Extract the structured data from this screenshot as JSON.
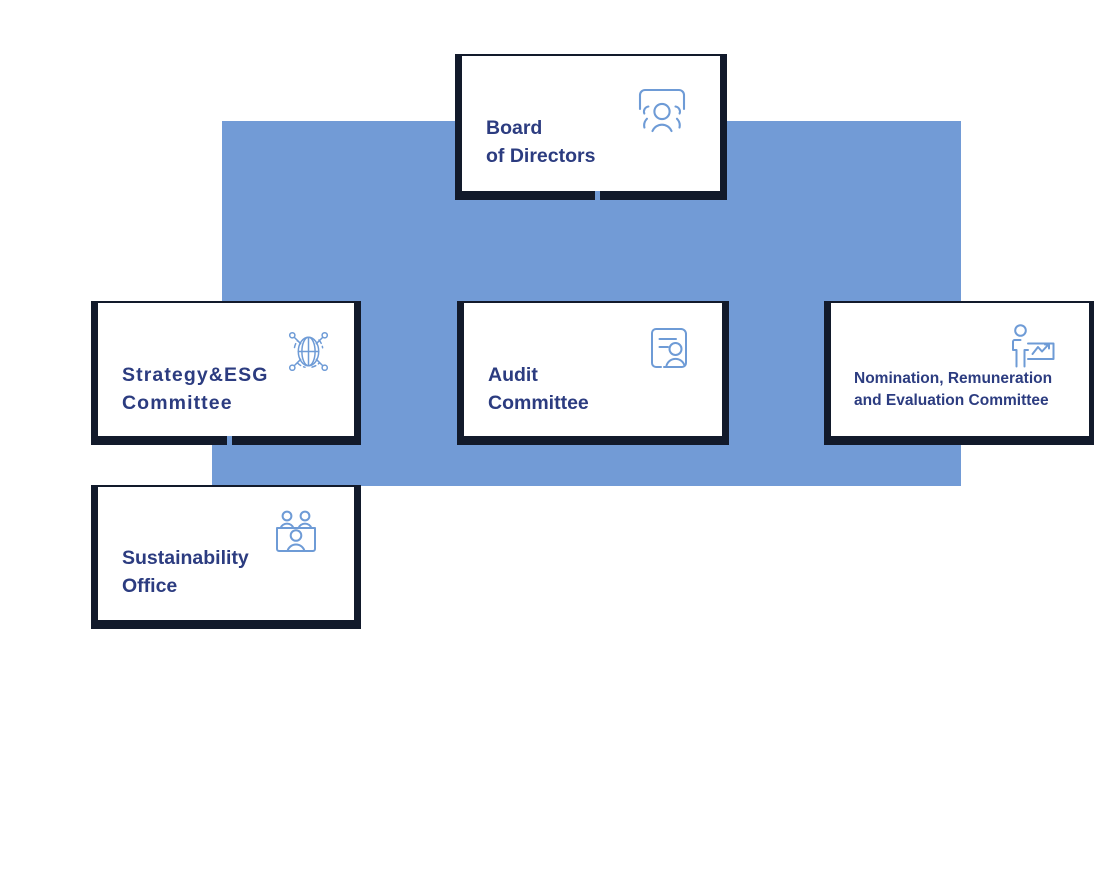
{
  "diagram": {
    "type": "organizational-chart",
    "title": "",
    "colors": {
      "backdrop_blue": "#729BD6",
      "card_border_navy": "#121a2b",
      "text_navy": "#2C3C80",
      "icon_blue": "#6E9BD6",
      "card_fill": "#FFFFFF",
      "page_background": "#FFFFFF"
    },
    "nodes": [
      {
        "id": "board-of-directors",
        "label": "Board\nof Directors",
        "icon": "group-of-people-icon",
        "level": 1,
        "text_size": "large"
      },
      {
        "id": "strategy-esg-committee",
        "label": "Strategy&ESG\nCommittee",
        "icon": "globe-network-icon",
        "level": 2,
        "text_size": "large"
      },
      {
        "id": "audit-committee",
        "label": "Audit\nCommittee",
        "icon": "document-person-badge-icon",
        "level": 2,
        "text_size": "large"
      },
      {
        "id": "nomination-remuneration-evaluation-committee",
        "label": "Nomination, Remuneration\nand Evaluation Committee",
        "icon": "presenter-chart-icon",
        "level": 2,
        "text_size": "small"
      },
      {
        "id": "sustainability-office",
        "label": "Sustainability\nOffice",
        "icon": "team-panel-icon",
        "level": 3,
        "text_size": "large"
      }
    ],
    "connections": [
      {
        "from": "board-of-directors",
        "to": "strategy-esg-committee"
      },
      {
        "from": "board-of-directors",
        "to": "audit-committee"
      },
      {
        "from": "board-of-directors",
        "to": "nomination-remuneration-evaluation-committee"
      },
      {
        "from": "strategy-esg-committee",
        "to": "sustainability-office"
      }
    ]
  }
}
